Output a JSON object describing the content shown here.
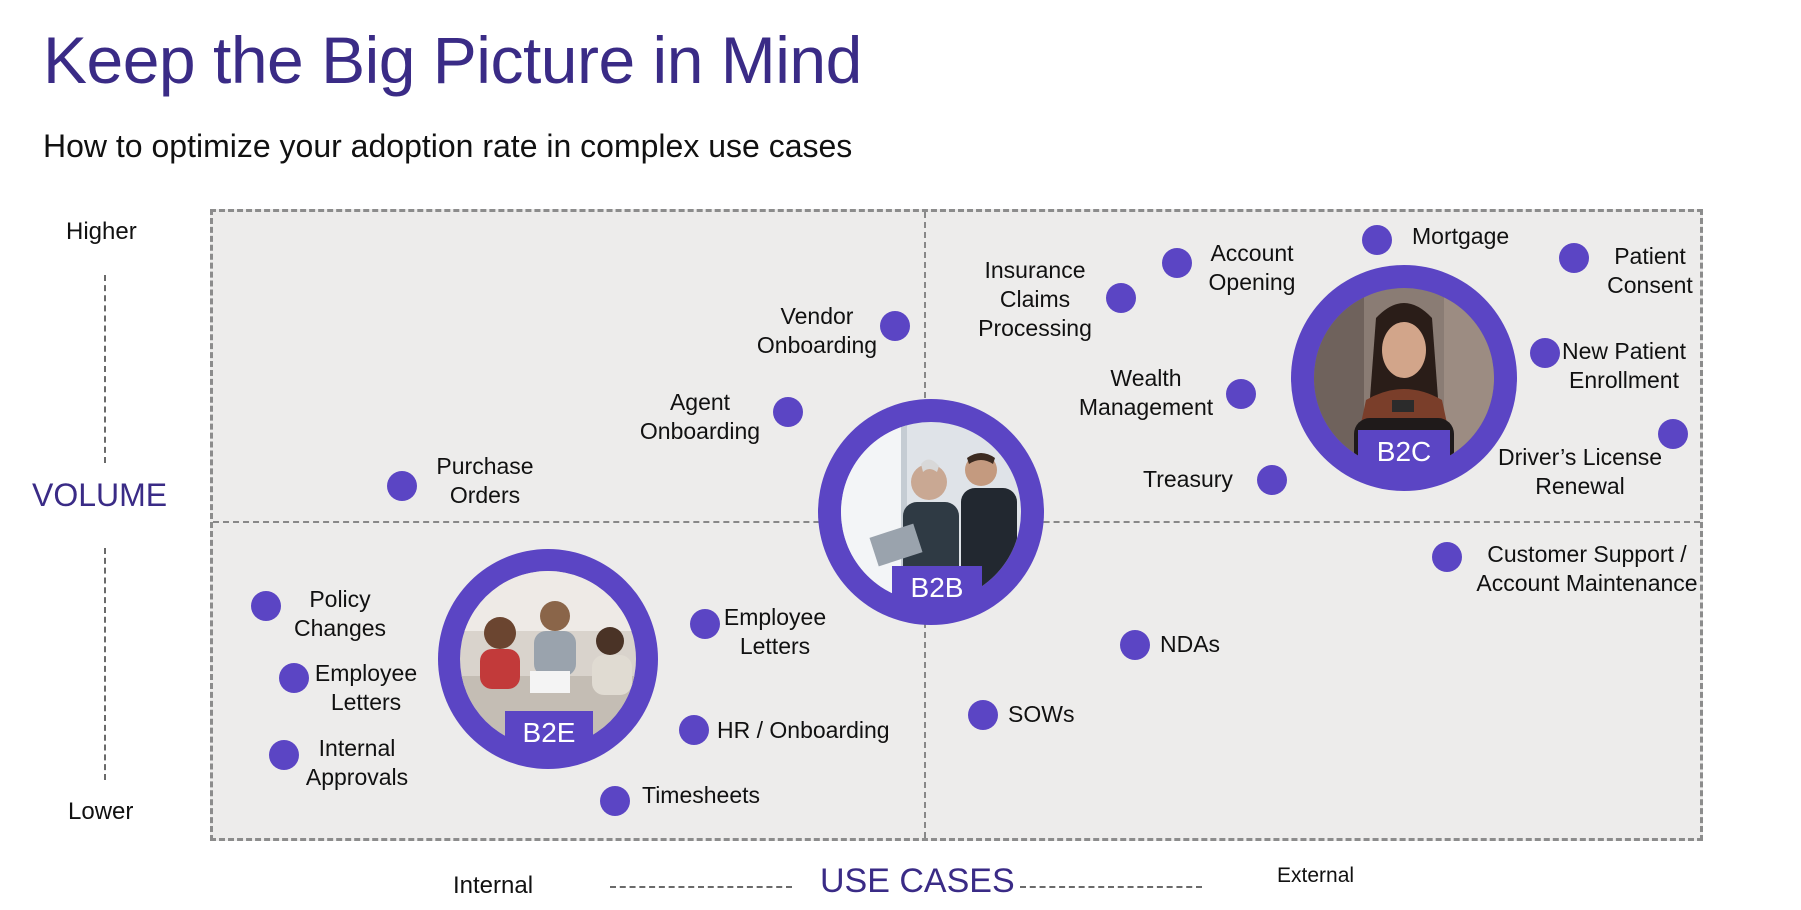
{
  "title": "Keep the Big Picture in Mind",
  "subtitle": "How to optimize your adoption rate in complex use cases",
  "y_axis": {
    "title": "VOLUME",
    "high": "Higher",
    "low": "Lower"
  },
  "x_axis": {
    "title": "USE CASES",
    "left": "Internal",
    "right": "External"
  },
  "colors": {
    "accent": "#5b45c4",
    "title": "#3a2b86",
    "plot_bg": "#edeceb"
  },
  "segments": [
    {
      "label": "B2E",
      "image": "people-in-meeting-photo"
    },
    {
      "label": "B2B",
      "image": "businessmen-with-tablet-photo"
    },
    {
      "label": "B2C",
      "image": "woman-with-phone-photo"
    }
  ],
  "use_cases": [
    {
      "lines": [
        "Vendor",
        "Onboarding"
      ]
    },
    {
      "lines": [
        "Agent",
        "Onboarding"
      ]
    },
    {
      "lines": [
        "Purchase",
        "Orders"
      ]
    },
    {
      "lines": [
        "Policy",
        "Changes"
      ]
    },
    {
      "lines": [
        "Employee",
        "Letters"
      ]
    },
    {
      "lines": [
        "Internal",
        "Approvals"
      ]
    },
    {
      "lines": [
        "Employee",
        "Letters"
      ]
    },
    {
      "lines": [
        "HR / Onboarding"
      ]
    },
    {
      "lines": [
        "Timesheets"
      ]
    },
    {
      "lines": [
        "Insurance",
        "Claims",
        "Processing"
      ]
    },
    {
      "lines": [
        "Account",
        "Opening"
      ]
    },
    {
      "lines": [
        "Wealth",
        "Management"
      ]
    },
    {
      "lines": [
        "Treasury"
      ]
    },
    {
      "lines": [
        "Mortgage"
      ]
    },
    {
      "lines": [
        "Patient",
        "Consent"
      ]
    },
    {
      "lines": [
        "New Patient",
        "Enrollment"
      ]
    },
    {
      "lines": [
        "Driver’s License",
        "Renewal"
      ]
    },
    {
      "lines": [
        "Customer Support /",
        "Account Maintenance"
      ]
    },
    {
      "lines": [
        "NDAs"
      ]
    },
    {
      "lines": [
        "SOWs"
      ]
    }
  ]
}
